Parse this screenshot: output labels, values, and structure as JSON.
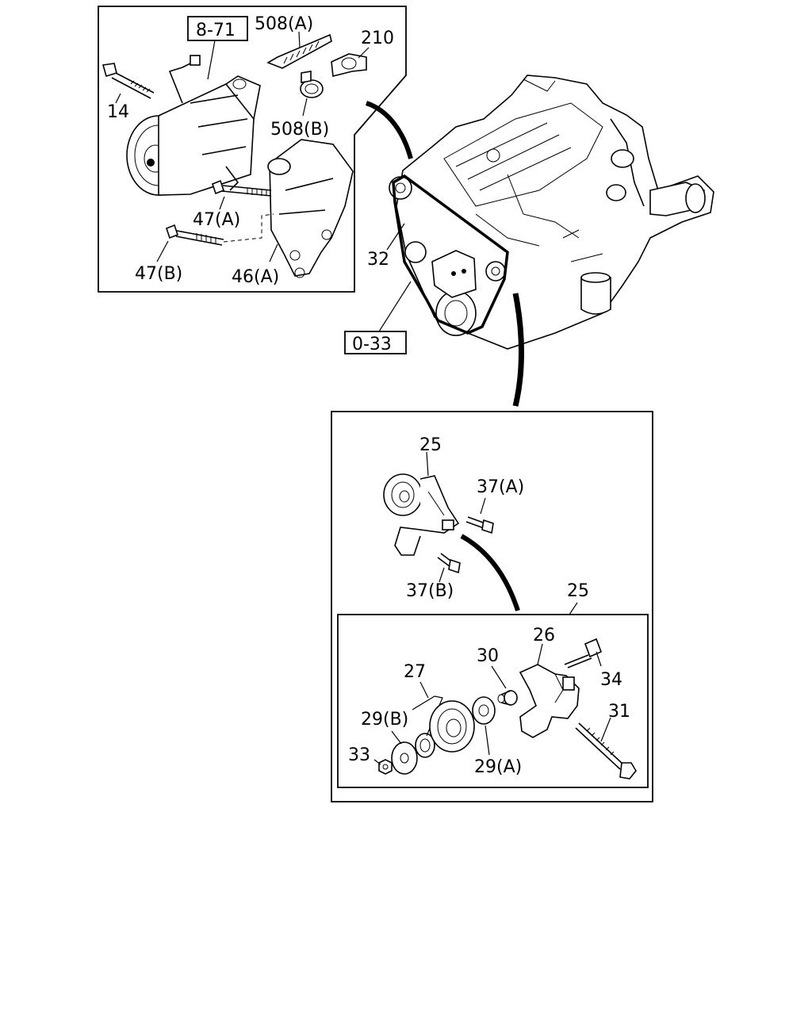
{
  "references": {
    "ref_8_71": "8-71",
    "ref_0_33": "0-33"
  },
  "labels": {
    "p508a": "508(A)",
    "p210": "210",
    "p14": "14",
    "p508b": "508(B)",
    "p47a": "47(A)",
    "p47b": "47(B)",
    "p46a": "46(A)",
    "p32": "32",
    "p25_top": "25",
    "p37a": "37(A)",
    "p37b": "37(B)",
    "p25_sub": "25",
    "p26": "26",
    "p27": "27",
    "p30": "30",
    "p34": "34",
    "p31": "31",
    "p29b": "29(B)",
    "p33": "33",
    "p29a": "29(A)"
  }
}
